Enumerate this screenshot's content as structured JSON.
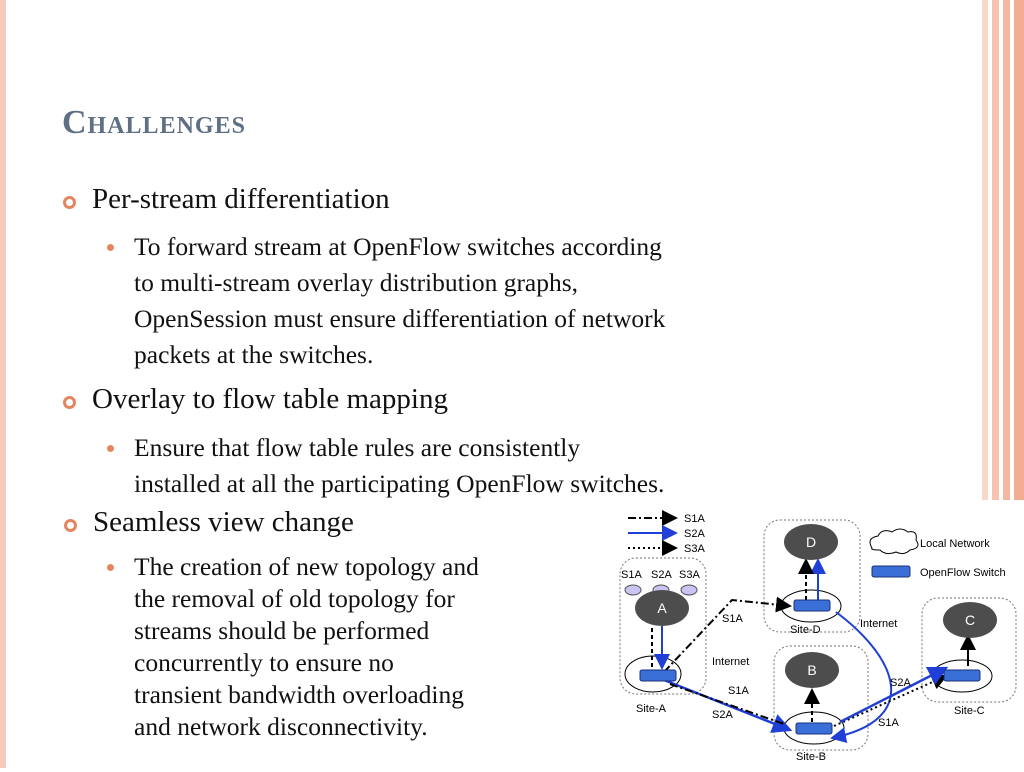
{
  "slide": {
    "title": "Challenges",
    "sections": [
      {
        "heading": "Per-stream differentiation",
        "body": [
          "To forward stream at OpenFlow switches according",
          "to multi-stream overlay distribution graphs,",
          "OpenSession must ensure differentiation of network",
          "packets at the switches."
        ]
      },
      {
        "heading": "Overlay to flow table mapping",
        "body": [
          "Ensure that flow table rules are consistently",
          "installed at all the participating OpenFlow switches."
        ]
      },
      {
        "heading": "Seamless view change",
        "body": [
          "The creation of new topology and",
          "the removal of old topology for",
          "streams should be performed",
          "concurrently to ensure no",
          "transient bandwidth overloading",
          "and network disconnectivity."
        ]
      }
    ]
  },
  "diagram": {
    "legend": {
      "stream1": "S1A",
      "stream2": "S2A",
      "stream3": "S3A",
      "local_network": "Local Network",
      "openflow_switch": "OpenFlow Switch"
    },
    "nodes": {
      "a": "A",
      "b": "B",
      "c": "C",
      "d": "D"
    },
    "sites": {
      "a": "Site-A",
      "b": "Site-B",
      "c": "Site-C",
      "d": "Site-D"
    },
    "internet_labels": [
      "Internet",
      "Internet"
    ],
    "colors": {
      "accent": "#e5855e",
      "title": "#5f6f84",
      "node": "#4d4d4d",
      "blue": "#1f3fd6"
    }
  }
}
